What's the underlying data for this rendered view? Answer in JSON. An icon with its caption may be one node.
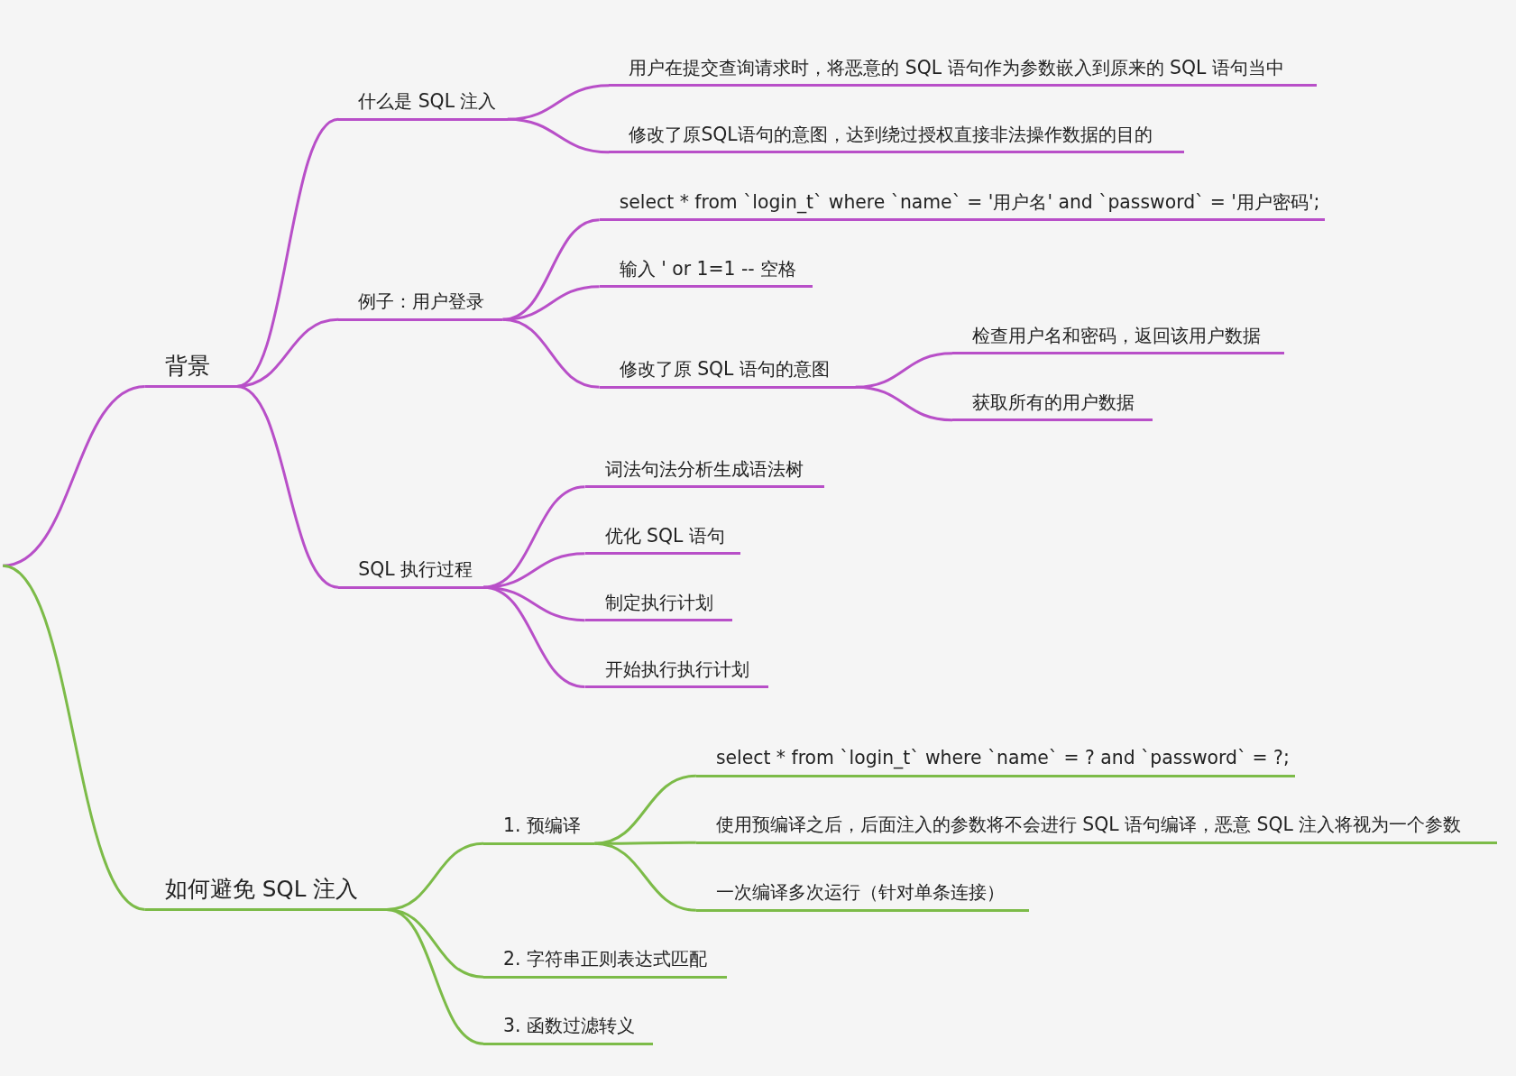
{
  "diagram": {
    "nodes": [
      {
        "text": [
          "背景"
        ]
      },
      {
        "text": [
          "什么是 SQL 注入"
        ]
      },
      {
        "text": [
          "用户在提交查询请求时，将恶意的 SQL 语句作为参数嵌入到原来的 SQL 语句当中"
        ]
      },
      {
        "text": [
          "修改了原SQL语句的意图，达到绕过授权直接非法操作数据的目的"
        ]
      },
      {
        "text": [
          "例子：用户登录"
        ]
      },
      {
        "text": [
          "select * from `login_t` where `name` = '用户名' and `password` = '用户密码';"
        ]
      },
      {
        "text": [
          "输入 ' or 1=1 -- 空格"
        ]
      },
      {
        "text": [
          "修改了原 SQL 语句的意图"
        ]
      },
      {
        "text": [
          "检查用户名和密码，返回该用户数据"
        ]
      },
      {
        "text": [
          "获取所有的用户数据"
        ]
      },
      {
        "text": [
          "SQL 执行过程"
        ]
      },
      {
        "text": [
          "词法句法分析生成语法树"
        ]
      },
      {
        "text": [
          "优化 SQL 语句"
        ]
      },
      {
        "text": [
          "制定执行计划"
        ]
      },
      {
        "text": [
          "开始执行执行计划"
        ]
      },
      {
        "text": [
          "如何避免 SQL 注入"
        ]
      },
      {
        "text": [
          "1. 预编译"
        ]
      },
      {
        "text": [
          "select * from `login_t` where `name` = ? and `password` = ?;"
        ]
      },
      {
        "text": [
          "使用预编译之后，后面注入的参数将不会进行 SQL 语句编译，恶意 SQL 注入将视为一个参数"
        ]
      },
      {
        "text": [
          "一次编译多次运行（针对单条连接）"
        ]
      },
      {
        "text": [
          "2. 字符串正则表达式匹配"
        ]
      },
      {
        "text": [
          "3. 函数过滤转义"
        ]
      }
    ],
    "edges": [
      {
        "from": null,
        "to": 0,
        "arrow": "none"
      },
      {
        "from": 0,
        "to": 1,
        "arrow": "none"
      },
      {
        "from": 1,
        "to": 2,
        "arrow": "none"
      },
      {
        "from": 1,
        "to": 3,
        "arrow": "none"
      },
      {
        "from": 0,
        "to": 4,
        "arrow": "none"
      },
      {
        "from": 4,
        "to": 5,
        "arrow": "none"
      },
      {
        "from": 4,
        "to": 6,
        "arrow": "none"
      },
      {
        "from": 4,
        "to": 7,
        "arrow": "none"
      },
      {
        "from": 7,
        "to": 8,
        "arrow": "none"
      },
      {
        "from": 7,
        "to": 9,
        "arrow": "none"
      },
      {
        "from": 0,
        "to": 10,
        "arrow": "none"
      },
      {
        "from": 10,
        "to": 11,
        "arrow": "none"
      },
      {
        "from": 10,
        "to": 12,
        "arrow": "none"
      },
      {
        "from": 10,
        "to": 13,
        "arrow": "none"
      },
      {
        "from": 10,
        "to": 14,
        "arrow": "none"
      },
      {
        "from": null,
        "to": 15,
        "arrow": "none",
        "color": "#7cbb48"
      },
      {
        "from": 15,
        "to": 16,
        "arrow": "none",
        "color": "#7cbb48"
      },
      {
        "from": 16,
        "to": 17,
        "arrow": "none",
        "color": "#7cbb48"
      },
      {
        "from": 16,
        "to": 18,
        "arrow": "none",
        "color": "#7cbb48"
      },
      {
        "from": 16,
        "to": 19,
        "arrow": "none",
        "color": "#7cbb48"
      },
      {
        "from": 15,
        "to": 20,
        "arrow": "none",
        "color": "#7cbb48"
      },
      {
        "from": 15,
        "to": 21,
        "arrow": "none",
        "color": "#7cbb48"
      }
    ]
  }
}
